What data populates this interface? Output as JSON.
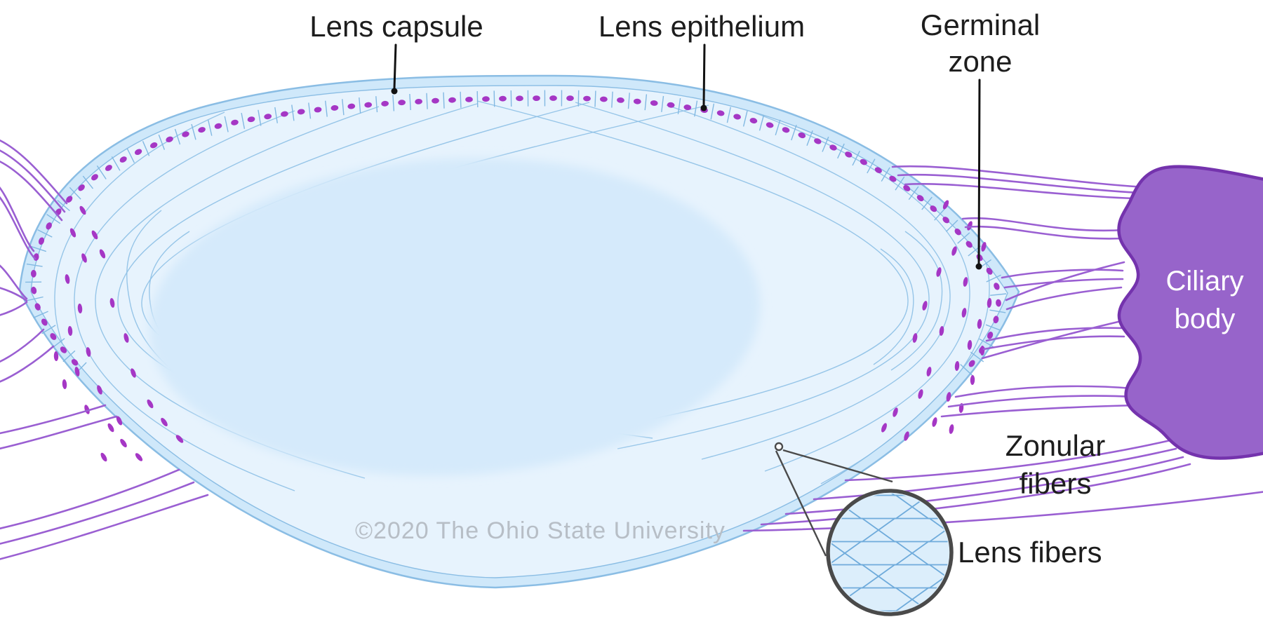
{
  "figure": {
    "labels": {
      "lens_capsule": "Lens capsule",
      "lens_epithelium": "Lens epithelium",
      "germinal_zone_1": "Germinal",
      "germinal_zone_2": "zone",
      "ciliary_body_1": "Ciliary",
      "ciliary_body_2": "body",
      "zonular_fibers_1": "Zonular",
      "zonular_fibers_2": "fibers",
      "lens_fibers": "Lens fibers"
    },
    "watermark": "©2020 The Ohio State University",
    "colors": {
      "background": "#ffffff",
      "label_text": "#1d1d1d",
      "pointer": "#121212",
      "watermark": "#b7bec6",
      "capsule_fill": "#cfe8fa",
      "lens_stroke": "#8abde4",
      "cortex_fill": "#e7f3fd",
      "core_fill": "#d5eafb",
      "epi_fill": "#cae5f7",
      "epi_edge": "#82b9e2",
      "nucleus": "#a537c5",
      "bow_fiber": "#8dc0e5",
      "zonular": "#9a5fd2",
      "ciliary_fill": "#9764ca",
      "ciliary_stroke": "#7433ad",
      "ciliary_text": "#ffffff",
      "ring": "#4a4a4a",
      "hex_line": "#6fabdb",
      "hex_bg": "#dceefb"
    }
  }
}
